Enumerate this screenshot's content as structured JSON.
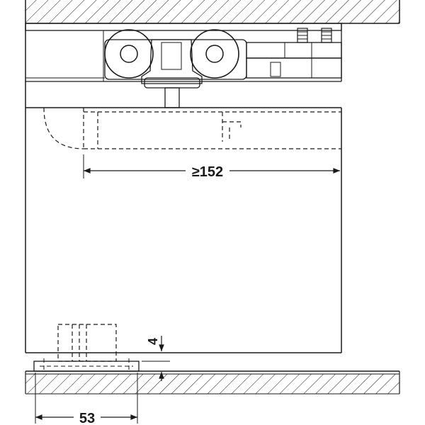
{
  "dimensions": {
    "gap_min": "≥152",
    "floor_offset": "4",
    "guide_width": "53"
  },
  "colors": {
    "line": "#1a1a1a",
    "panel_fill": "#f1f1f1",
    "roller_fill": "#e6e6e6",
    "background": "#ffffff"
  }
}
